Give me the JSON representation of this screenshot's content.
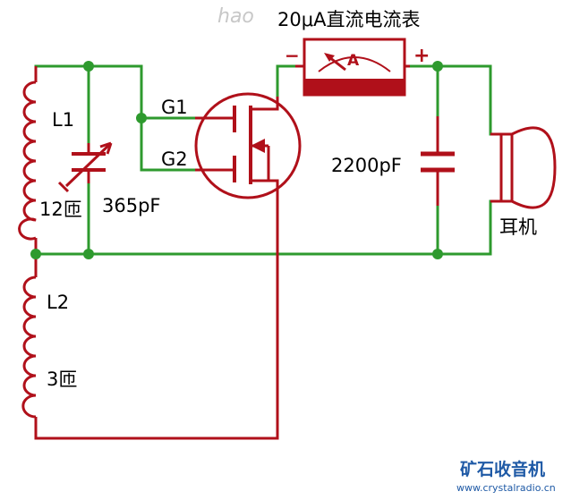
{
  "watermark": "hao",
  "meter": {
    "label": "20μA直流电流表",
    "symbol": "A",
    "minus": "−",
    "plus": "+"
  },
  "coils": {
    "l1_label": "L1",
    "l1_turns": "12匝",
    "l2_label": "L2",
    "l2_turns": "3匝"
  },
  "capacitors": {
    "tuning_value": "365pF",
    "bypass_value": "2200pF"
  },
  "transistor": {
    "gate1": "G1",
    "gate2": "G2"
  },
  "earphone": {
    "label": "耳机"
  },
  "brand": {
    "title": "矿石收音机",
    "url": "www.crystalradio.cn"
  },
  "colors": {
    "wire": "#2e9a2e",
    "component": "#b0101a",
    "node": "#2e9a2e"
  }
}
